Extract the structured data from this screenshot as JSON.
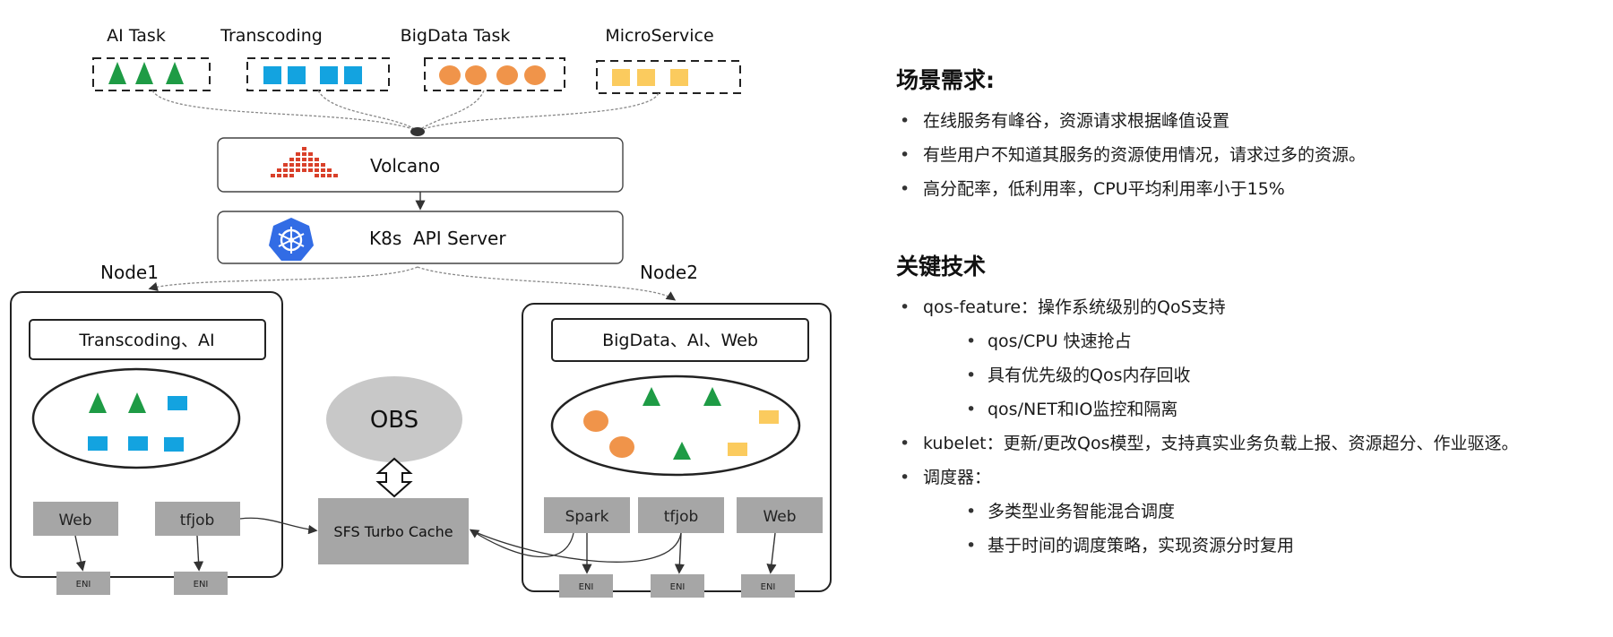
{
  "diagram": {
    "tasks": [
      {
        "label": "AI Task",
        "shape": "triangle",
        "color": "#1e9b45"
      },
      {
        "label": "Transcoding",
        "shape": "square",
        "color": "#13a3e0"
      },
      {
        "label": "BigData Task",
        "shape": "circle",
        "color": "#f0944a"
      },
      {
        "label": "MicroService",
        "shape": "square",
        "color": "#fbcb5e"
      }
    ],
    "volcano": "Volcano",
    "k8s": "K8s  API Server",
    "node1": {
      "label": "Node1",
      "header": "Transcoding、AI",
      "pods": [
        "Web",
        "tfjob"
      ],
      "eni": [
        "ENI",
        "ENI"
      ]
    },
    "node2": {
      "label": "Node2",
      "header": "BigData、AI、Web",
      "pods": [
        "Spark",
        "tfjob",
        "Web"
      ],
      "eni": [
        "ENI",
        "ENI",
        "ENI"
      ]
    },
    "obs": "OBS",
    "sfs": "SFS Turbo Cache",
    "colors": {
      "border": "#222222",
      "gray_box": "#a6a6a6",
      "obs_fill": "#c8c8c8",
      "k8s_blue": "#326ce5",
      "volcano_red": "#d9402a"
    }
  },
  "panel": {
    "scenario": {
      "title": "场景需求:",
      "items": [
        "在线服务有峰谷，资源请求根据峰值设置",
        "有些用户不知道其服务的资源使用情况，请求过多的资源。",
        "高分配率，低利用率，CPU平均利用率小于15%"
      ]
    },
    "tech": {
      "title": "关键技术",
      "qos_feature": "qos-feature：操作系统级别的QoS支持",
      "qos_sub": [
        "qos/CPU 快速抢占",
        "具有优先级的Qos内存回收",
        "qos/NET和IO监控和隔离"
      ],
      "kubelet": "kubelet：更新/更改Qos模型，支持真实业务负载上报、资源超分、作业驱逐。",
      "scheduler": "调度器：",
      "scheduler_sub": [
        "多类型业务智能混合调度",
        "基于时间的调度策略，实现资源分时复用"
      ]
    }
  }
}
